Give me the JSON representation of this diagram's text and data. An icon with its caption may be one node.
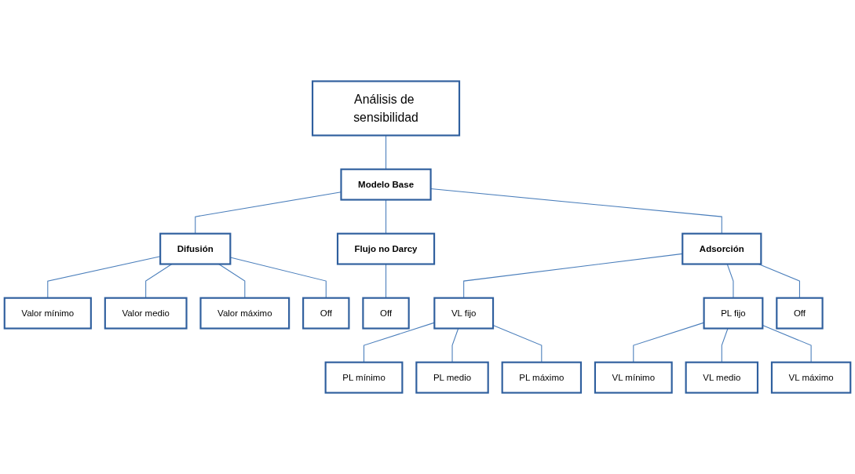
{
  "diagram": {
    "nodes": [
      {
        "text": [
          "Análisis de sensibilidad"
        ]
      },
      {
        "text": [
          "Modelo Base"
        ]
      },
      {
        "text": [
          "Difusión"
        ]
      },
      {
        "text": [
          "Adsorción"
        ]
      },
      {
        "text": [
          "Flujo no Darcy"
        ]
      },
      {
        "text": [
          "Valor mínimo"
        ]
      },
      {
        "text": [
          "Valor medio"
        ]
      },
      {
        "text": [
          "Valor máximo"
        ]
      },
      {
        "text": [
          "Off"
        ]
      },
      {
        "text": [
          "Off"
        ]
      },
      {
        "text": [
          "VL fijo"
        ]
      },
      {
        "text": [
          "PL fijo"
        ]
      },
      {
        "text": [
          "Off"
        ]
      },
      {
        "text": [
          "PL mínimo"
        ]
      },
      {
        "text": [
          "PL medio"
        ]
      },
      {
        "text": [
          "PL máximo"
        ]
      },
      {
        "text": [
          "VL mínimo"
        ]
      },
      {
        "text": [
          "VL medio"
        ]
      },
      {
        "text": [
          "VL máximo"
        ]
      }
    ],
    "edges": [
      {
        "from": 0,
        "to": 1,
        "arrow": "none"
      },
      {
        "from": 1,
        "to": 2,
        "arrow": "none"
      },
      {
        "from": 1,
        "to": 3,
        "arrow": "none"
      },
      {
        "from": 1,
        "to": 4,
        "arrow": "none"
      },
      {
        "from": 2,
        "to": 5,
        "arrow": "none"
      },
      {
        "from": 2,
        "to": 6,
        "arrow": "none"
      },
      {
        "from": 2,
        "to": 7,
        "arrow": "none"
      },
      {
        "from": 2,
        "to": 8,
        "arrow": "none"
      },
      {
        "from": 4,
        "to": 9,
        "arrow": "none"
      },
      {
        "from": 3,
        "to": 10,
        "arrow": "none"
      },
      {
        "from": 3,
        "to": 11,
        "arrow": "none"
      },
      {
        "from": 3,
        "to": 12,
        "arrow": "none"
      },
      {
        "from": 10,
        "to": 13,
        "arrow": "none"
      },
      {
        "from": 10,
        "to": 14,
        "arrow": "none"
      },
      {
        "from": 10,
        "to": 15,
        "arrow": "none"
      },
      {
        "from": 11,
        "to": 16,
        "arrow": "none"
      },
      {
        "from": 11,
        "to": 17,
        "arrow": "none"
      },
      {
        "from": 11,
        "to": 18,
        "arrow": "none"
      }
    ]
  }
}
